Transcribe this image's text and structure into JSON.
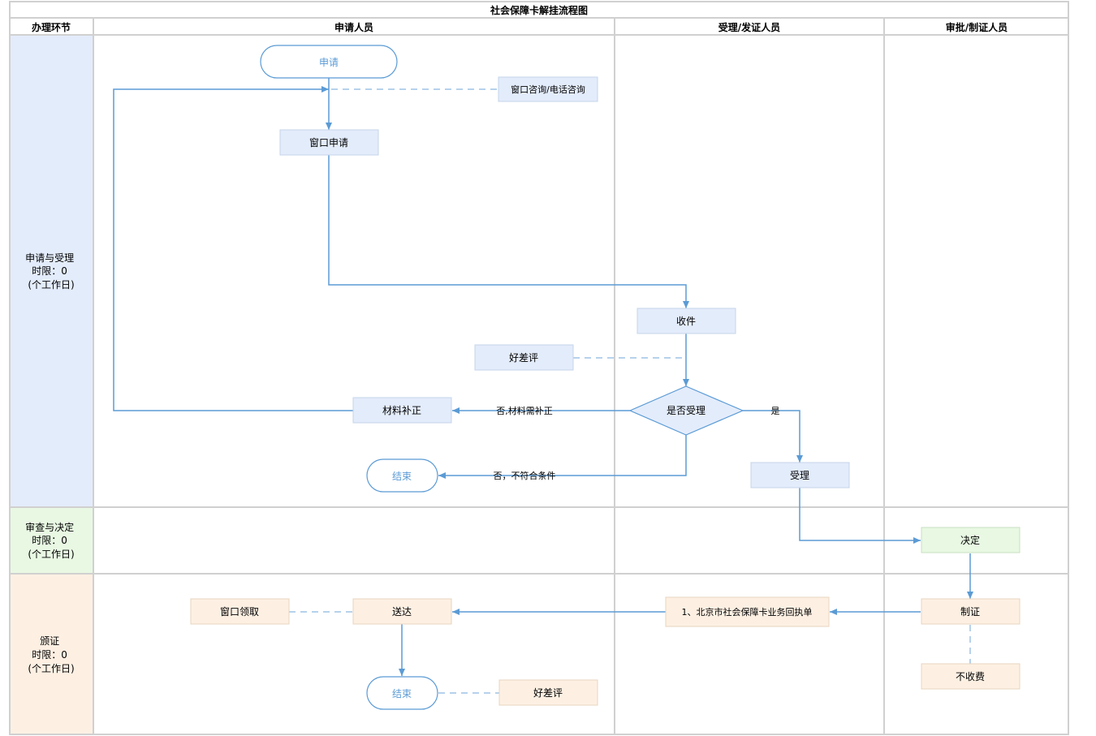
{
  "title": "社会保障卡解挂流程图",
  "columns": {
    "phase": "办理环节",
    "applicant": "申请人员",
    "acceptor": "受理/发证人员",
    "approver": "审批/制证人员"
  },
  "phases": {
    "apply": [
      "申请与受理",
      "时限：0",
      "(个工作日)"
    ],
    "review": [
      "审查与决定",
      "时限：0",
      "(个工作日)"
    ],
    "issue": [
      "颁证",
      "时限：0",
      "(个工作日)"
    ]
  },
  "nodes": {
    "start": "申请",
    "consult": "窗口咨询/电话咨询",
    "window_apply": "窗口申请",
    "receive": "收件",
    "rating1": "好差评",
    "decision": "是否受理",
    "supplement": "材料补正",
    "end1": "结束",
    "accept": "受理",
    "decide": "决定",
    "make_cert": "制证",
    "no_fee": "不收费",
    "receipt": "1、北京市社会保障卡业务回执单",
    "deliver": "送达",
    "window_pickup": "窗口领取",
    "end2": "结束",
    "rating2": "好差评"
  },
  "edges": {
    "no_supplement": "否,材料需补正",
    "no_reject": "否，不符合条件",
    "yes": "是"
  },
  "colors": {
    "line": "#5b9bd5",
    "border": "#d0d0d0",
    "phase_apply": "#e3ecfb",
    "phase_review": "#e8f8e3",
    "phase_issue": "#fdf0e3",
    "node_apply": "#e3ecfb",
    "node_review": "#e8f8e3",
    "node_issue": "#fdf0e3"
  }
}
